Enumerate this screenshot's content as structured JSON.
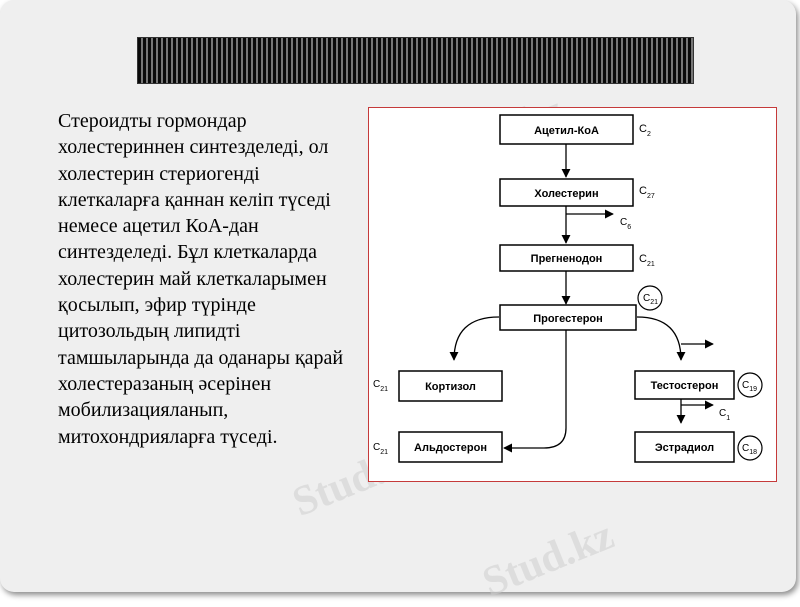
{
  "watermark": "Stud.kz",
  "title": "",
  "body_text": "Стероидты гормондар холестериннен синтезделеді, ол холестерин стериогенді клеткаларға қаннан келіп түседі немесе ацетил КоА-дан синтезделеді. Бұл клеткаларда холестерин май клеткаларымен қосылып, эфир түрінде цитозольдың липидті тамшыларында да оданары қарай холестеразаның әсерінен мобилизацияланып, митохондрияларға түседі.",
  "diagram": {
    "nodes": {
      "acetyl_coa": {
        "label": "Ацетил-КоА",
        "carbon": "C",
        "sub": "2"
      },
      "cholesterol": {
        "label": "Холестерин",
        "carbon": "C",
        "sub": "27"
      },
      "side_c6": {
        "carbon": "C",
        "sub": "6"
      },
      "pregnenolone": {
        "label": "Прегненодон",
        "carbon": "C",
        "sub": "21"
      },
      "progesterone": {
        "label": "Прогестерон",
        "carbon": "C",
        "sub": "21"
      },
      "cortisol": {
        "label": "Кортизол",
        "carbon": "C",
        "sub": "21"
      },
      "testosterone": {
        "label": "Тестостерон",
        "carbon": "C",
        "sub": "19"
      },
      "side_c1": {
        "carbon": "C",
        "sub": "1"
      },
      "aldosterone": {
        "label": "Альдостерон",
        "carbon": "C",
        "sub": "21"
      },
      "estradiol": {
        "label": "Эстрадиол",
        "carbon": "C",
        "sub": "18"
      }
    }
  },
  "colors": {
    "frame": "#c53a3a",
    "title_bar": "#0a0a0a",
    "slide_bg": "#efefef"
  }
}
